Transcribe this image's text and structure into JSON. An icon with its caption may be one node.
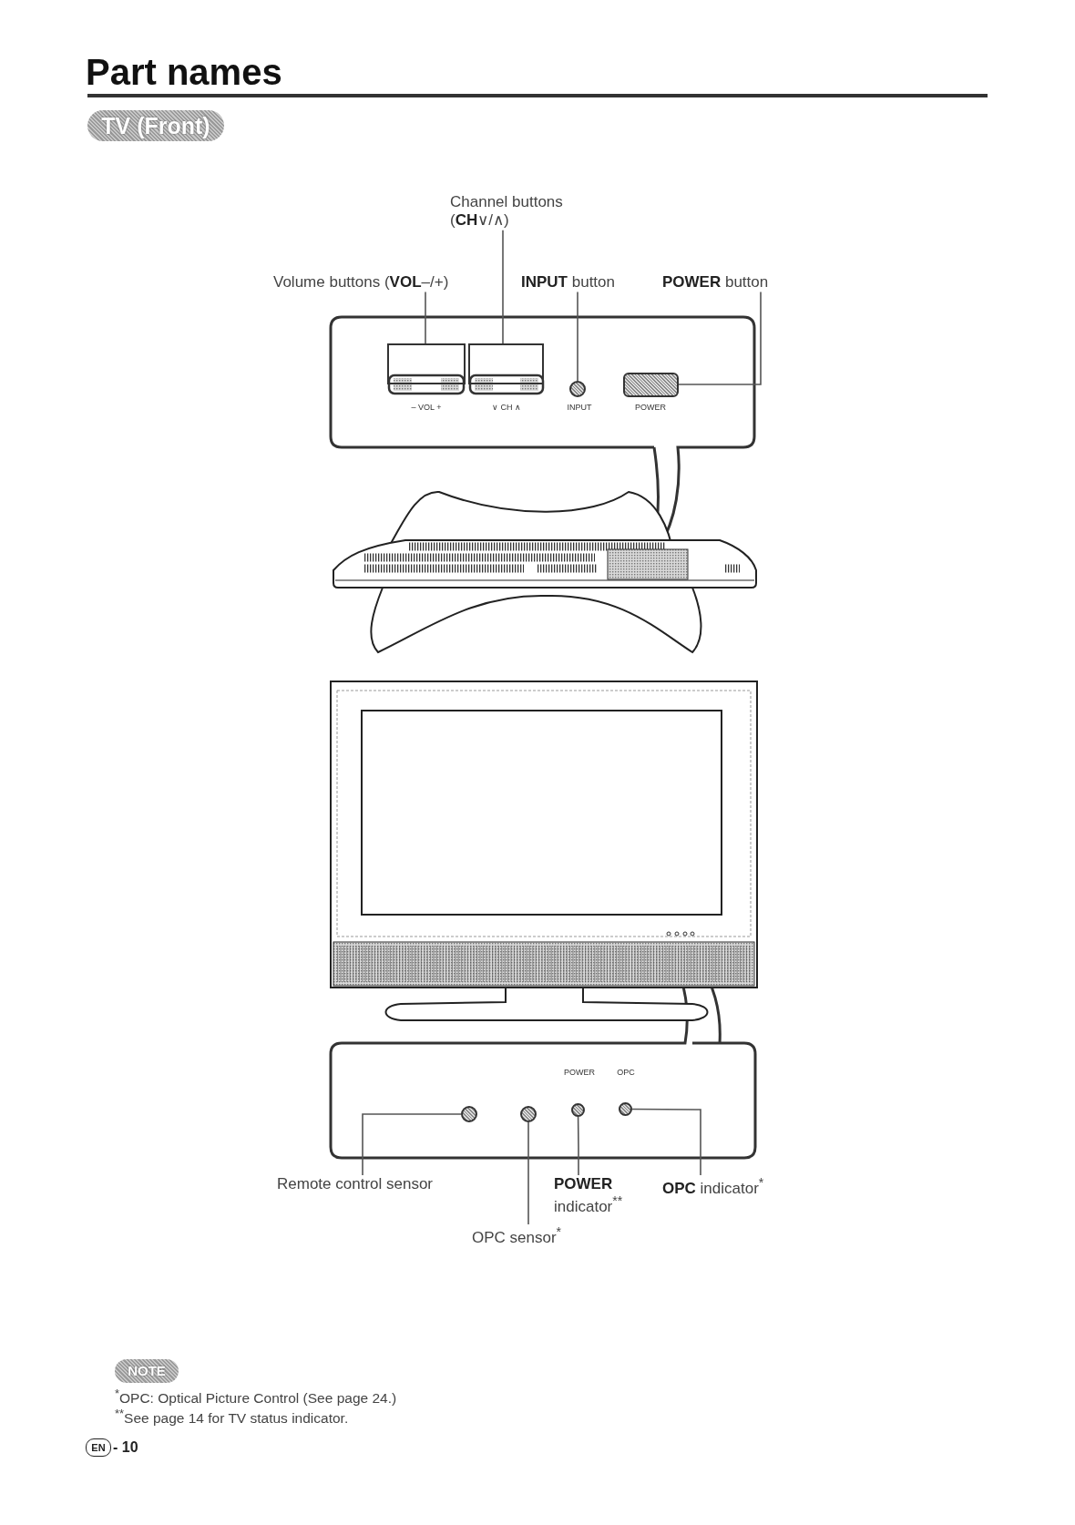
{
  "diagram": {
    "title": "Part names",
    "nodes": [
      {
        "text": [
          "Channel buttons (**CH**∨/∧)"
        ]
      },
      {
        "text": [
          "Volume buttons (**VOL**–/+)"
        ]
      },
      {
        "text": [
          "**INPUT** button"
        ]
      },
      {
        "text": [
          "**POWER** button"
        ]
      },
      {
        "text": [],
        "shape": "box"
      },
      {
        "text": [],
        "shape": "box"
      },
      {
        "text": [],
        "shape": "circle"
      },
      {
        "text": [],
        "shape": "box"
      },
      {
        "text": [
          "Remote control sensor"
        ]
      },
      {
        "text": [
          "**POWER** indicator$^{**}$"
        ]
      },
      {
        "text": [
          "OPC sensor$^{*}$"
        ]
      },
      {
        "text": [
          "**OPC** indicator$^{*}$"
        ]
      },
      {
        "text": [],
        "shape": "circle"
      },
      {
        "text": [],
        "shape": "circle"
      },
      {
        "text": [],
        "shape": "circle"
      },
      {
        "text": [],
        "shape": "circle"
      }
    ],
    "edges": [
      {
        "from": 1,
        "to": 4,
        "arrow": "none"
      },
      {
        "from": 0,
        "to": 5,
        "arrow": "none"
      },
      {
        "from": 2,
        "to": 6,
        "arrow": "none"
      },
      {
        "from": 3,
        "to": 7,
        "arrow": "none"
      },
      {
        "from": 8,
        "to": 12,
        "arrow": "none"
      },
      {
        "from": 10,
        "to": 13,
        "arrow": "none"
      },
      {
        "from": 9,
        "to": 14,
        "arrow": "none"
      },
      {
        "from": 11,
        "to": 15,
        "arrow": "none"
      }
    ],
    "labels": [
      "TV (Front)",
      "– VOL +",
      "∨ CH ∧",
      "INPUT",
      "POWER",
      "POWER",
      "OPC",
      "NOTE",
      "$^{*}$OPC: Optical Picture Control (See page 24.)",
      "$^{**}$See page 14 for TV status indicator.",
      "EN",
      "- 10"
    ]
  }
}
